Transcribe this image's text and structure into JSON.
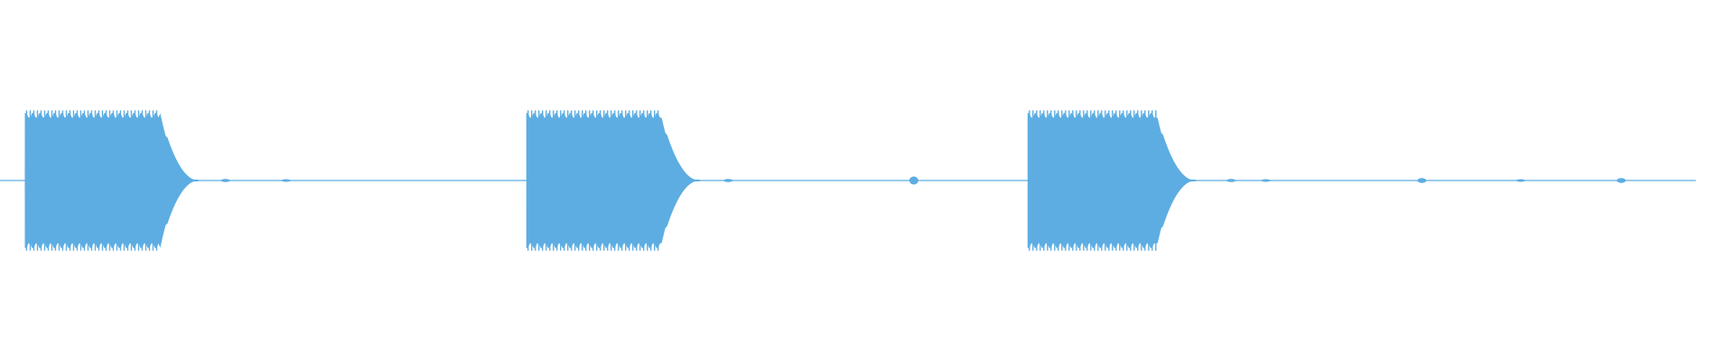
{
  "waveform": {
    "color": "#5DADE2",
    "baseline_color": "#5DADE2",
    "bursts": [
      {
        "start_fraction": 0.0143,
        "sustain_end_fraction": 0.0924,
        "decay_end_fraction": 0.115,
        "amplitude": 0.83
      },
      {
        "start_fraction": 0.3035,
        "sustain_end_fraction": 0.381,
        "decay_end_fraction": 0.404,
        "amplitude": 0.83
      },
      {
        "start_fraction": 0.5926,
        "sustain_end_fraction": 0.667,
        "decay_end_fraction": 0.69,
        "amplitude": 0.83
      }
    ],
    "noise_blips": [
      {
        "position_fraction": 0.13,
        "amplitude": 0.02
      },
      {
        "position_fraction": 0.165,
        "amplitude": 0.015
      },
      {
        "position_fraction": 0.42,
        "amplitude": 0.02
      },
      {
        "position_fraction": 0.527,
        "amplitude": 0.05
      },
      {
        "position_fraction": 0.71,
        "amplitude": 0.02
      },
      {
        "position_fraction": 0.73,
        "amplitude": 0.015
      },
      {
        "position_fraction": 0.82,
        "amplitude": 0.03
      },
      {
        "position_fraction": 0.877,
        "amplitude": 0.015
      },
      {
        "position_fraction": 0.935,
        "amplitude": 0.03
      }
    ],
    "end_fraction": 0.978
  }
}
